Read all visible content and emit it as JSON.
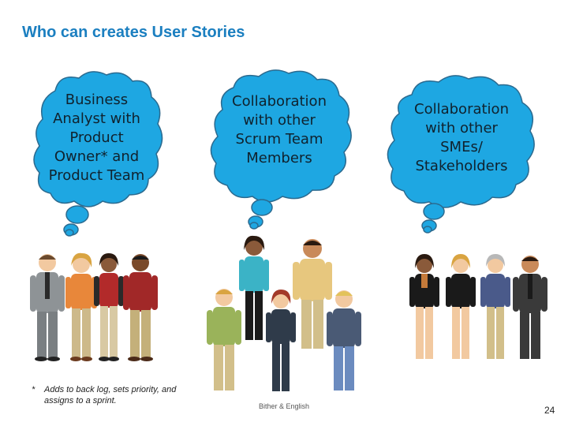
{
  "slide": {
    "title": "Who can creates User Stories",
    "page_number": "24",
    "credit": "Bither & English"
  },
  "clouds": [
    {
      "lines": [
        "Business",
        "Analyst with",
        "Product",
        "Owner* and",
        "Product Team"
      ]
    },
    {
      "lines": [
        "Collaboration",
        "with other",
        "Scrum Team",
        "Members"
      ]
    },
    {
      "lines": [
        "Collaboration",
        "with other",
        "SMEs/",
        "Stakeholders"
      ]
    }
  ],
  "footnote": {
    "marker": "*",
    "text": "Adds to back log, sets priority, and assigns to a sprint."
  },
  "colors": {
    "title": "#1b7fc0",
    "cloud_fill": "#1ea7e2",
    "cloud_stroke": "#2b6a8f"
  }
}
